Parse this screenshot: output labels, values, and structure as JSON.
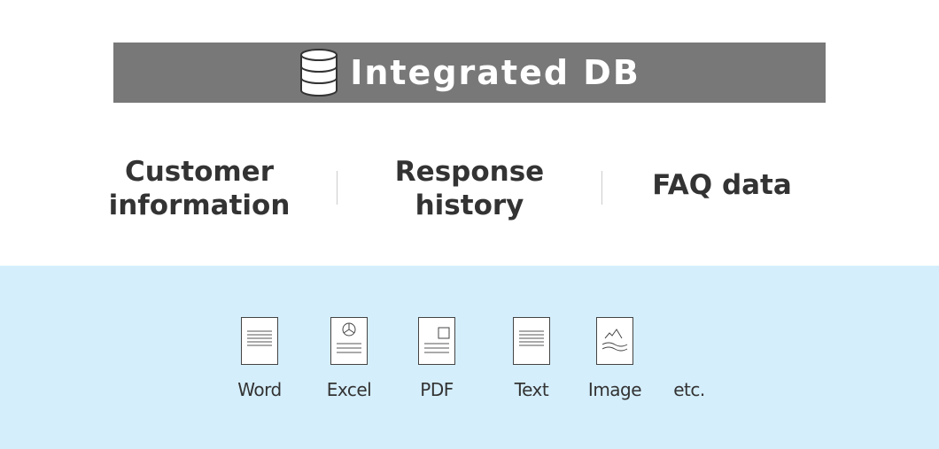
{
  "header": {
    "title": "Integrated DB",
    "icon": "database-icon"
  },
  "categories": [
    {
      "line1": "Customer",
      "line2": "information"
    },
    {
      "line1": "Response",
      "line2": "history"
    },
    {
      "line1": "FAQ data"
    }
  ],
  "file_types": [
    {
      "label": "Word",
      "icon": "word-document-icon"
    },
    {
      "label": "Excel",
      "icon": "excel-document-icon"
    },
    {
      "label": "PDF",
      "icon": "pdf-document-icon"
    },
    {
      "label": "Text",
      "icon": "text-document-icon"
    },
    {
      "label": "Image",
      "icon": "image-document-icon"
    }
  ],
  "etc_label": "etc.",
  "colors": {
    "header_bg": "#787878",
    "band_bg": "#d5eefc"
  }
}
